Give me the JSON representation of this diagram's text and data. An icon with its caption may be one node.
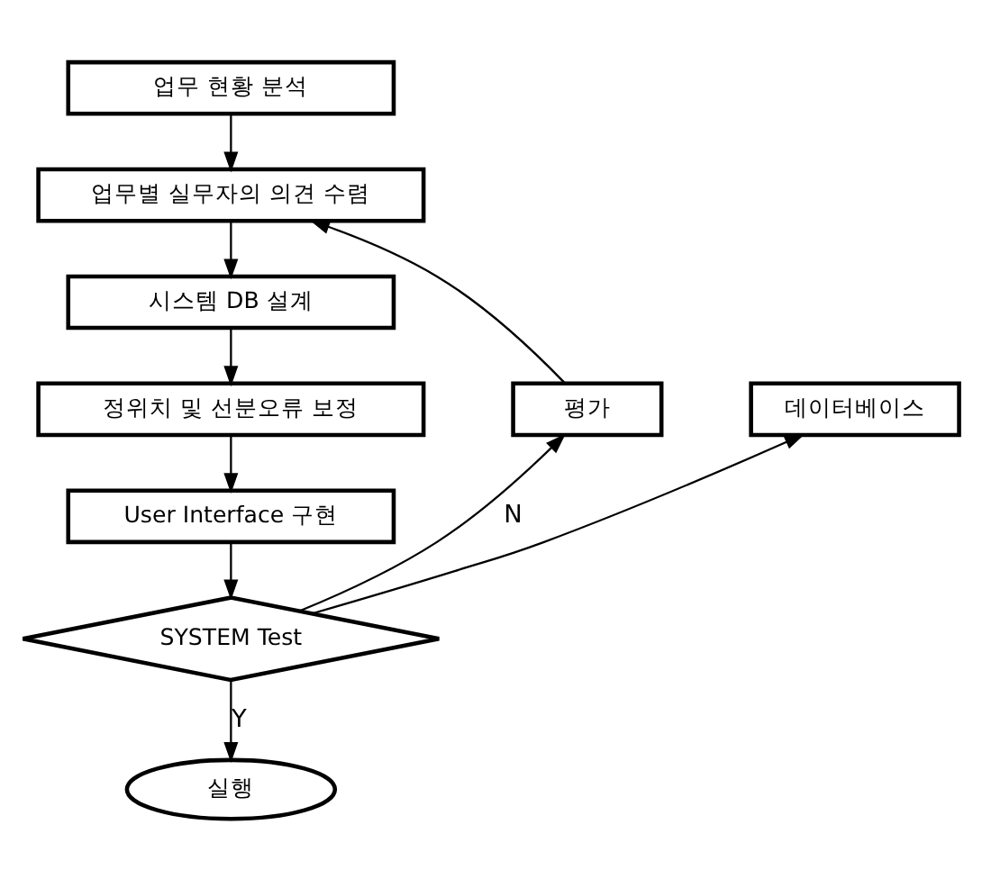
{
  "diagram": {
    "nodes": [
      {
        "text": [
          "업무 현황 분석"
        ]
      },
      {
        "text": [
          "업무별 실무자의 의견 수렴"
        ]
      },
      {
        "text": [
          "시스템 DB 설계"
        ]
      },
      {
        "text": [
          "데이터베이스"
        ]
      },
      {
        "text": [
          "평가"
        ]
      },
      {
        "text": [
          "정위치 및 선분오류 보정"
        ]
      },
      {
        "text": [
          "User Interface 구현"
        ]
      },
      {
        "text": [
          "SYSTEM Test"
        ]
      },
      {
        "text": [
          "실행"
        ]
      }
    ],
    "edges": [
      {
        "from": 0,
        "to": 1,
        "arrow": "to"
      },
      {
        "from": 1,
        "to": 2,
        "arrow": "to"
      },
      {
        "from": 2,
        "to": 5,
        "arrow": "to"
      },
      {
        "from": 5,
        "to": 6,
        "arrow": "to"
      },
      {
        "from": 6,
        "to": 7,
        "arrow": "to"
      },
      {
        "from": 7,
        "to": 8,
        "arrow": "to",
        "label": "Y"
      },
      {
        "from": 7,
        "to": 3,
        "arrow": "to"
      },
      {
        "from": 7,
        "to": 4,
        "arrow": "to",
        "label": "N"
      },
      {
        "from": 4,
        "to": 1,
        "arrow": "to"
      }
    ]
  }
}
